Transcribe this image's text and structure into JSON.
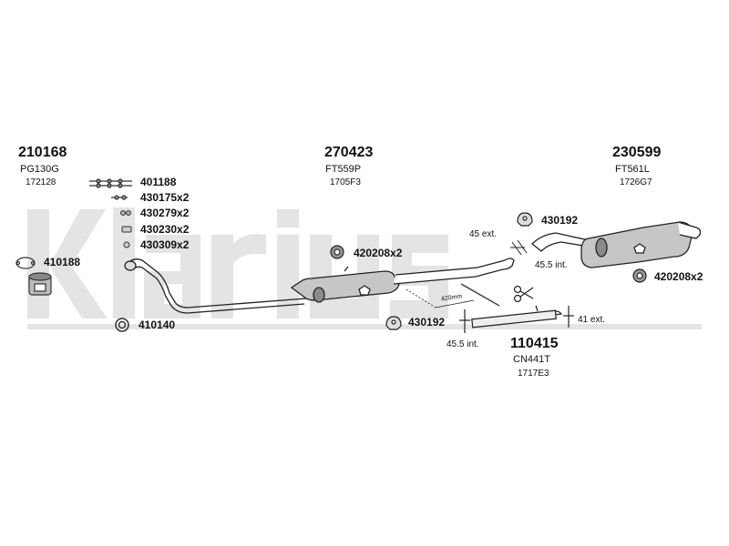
{
  "colors": {
    "watermark": "#e4e4e4",
    "line": "#222222",
    "part_fill": "#bfbfbf",
    "part_fill_dark": "#8a8a8a"
  },
  "watermark": {
    "text": "klarius"
  },
  "parts": {
    "front_pipe": {
      "number": "210168",
      "code": "PG130G",
      "sub": "172128"
    },
    "middle_silencer": {
      "number": "270423",
      "code": "FT559P",
      "sub": "1705F3"
    },
    "rear_silencer": {
      "number": "230599",
      "code": "FT561L",
      "sub": "1726G7"
    },
    "connector_pipe": {
      "number": "110415",
      "code": "CN441T",
      "sub": "1717E3"
    }
  },
  "accessories": {
    "a401188": "401188",
    "a430175": "430175x2",
    "a430279": "430279x2",
    "a430230": "430230x2",
    "a430309": "430309x2",
    "a410188": "410188",
    "a410140": "410140",
    "a420208_mid": "420208x2",
    "a430192_top": "430192",
    "a430192_bottom": "430192",
    "a420208_rear": "420208x2"
  },
  "dimensions": {
    "d45_ext": "45 ext.",
    "d45_5_int_top": "45.5 int.",
    "d420": "420mm",
    "d41_ext": "41 ext.",
    "d45_5_int_bottom": "45.5 int."
  },
  "icons": [
    "scissors-icon",
    "exhaust-hanger-icon",
    "rubber-mount-icon",
    "gasket-ring-icon",
    "clamp-icon",
    "bolt-icon",
    "nut-icon",
    "spring-icon",
    "washer-icon"
  ]
}
